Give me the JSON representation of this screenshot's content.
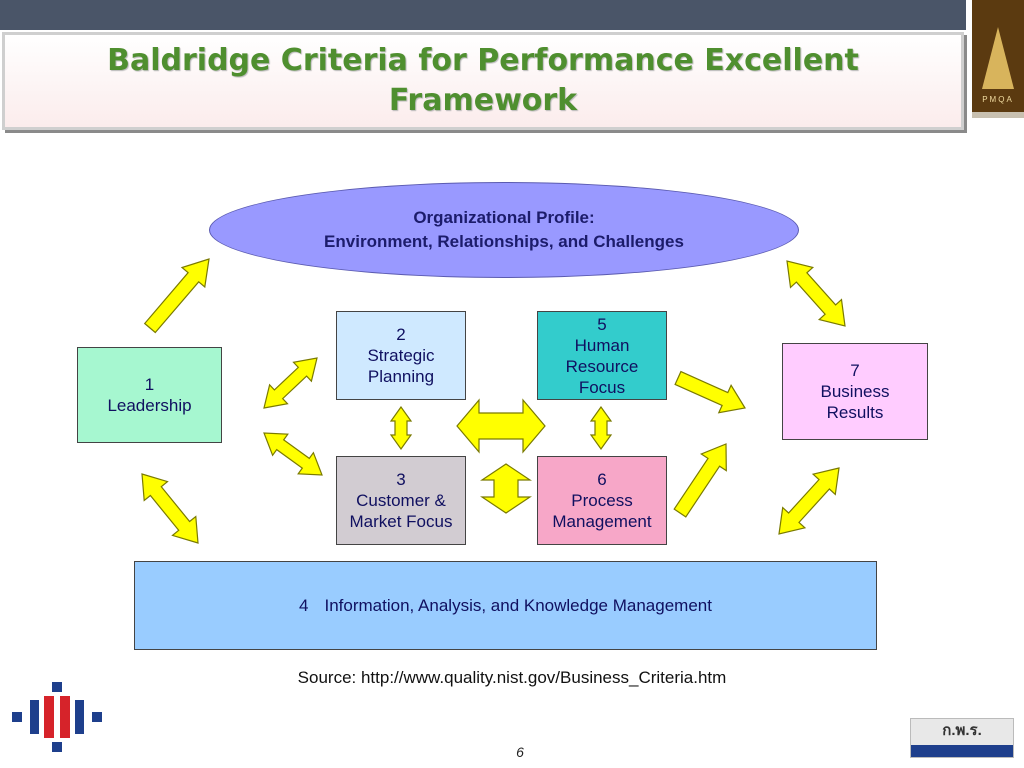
{
  "header": {
    "title": "Baldridge Criteria for Performance Excellent Framework",
    "pmqa_logo_text": "PMQA"
  },
  "diagram": {
    "profile": {
      "line1": "Organizational Profile:",
      "line2": "Environment, Relationships, and Challenges"
    },
    "boxes": {
      "b1": {
        "num": "1",
        "label": "Leadership"
      },
      "b2": {
        "num": "2",
        "label1": "Strategic",
        "label2": "Planning"
      },
      "b3": {
        "num": "3",
        "label1": "Customer &",
        "label2": "Market Focus"
      },
      "b4": {
        "num": "4",
        "label": "Information, Analysis, and Knowledge Management"
      },
      "b5": {
        "num": "5",
        "label1": "Human",
        "label2": "Resource",
        "label3": "Focus"
      },
      "b6": {
        "num": "6",
        "label1": "Process",
        "label2": "Management"
      },
      "b7": {
        "num": "7",
        "label1": "Business",
        "label2": "Results"
      }
    },
    "arrow_fill": "#ffff00",
    "arrow_stroke": "#7a7a00"
  },
  "footer": {
    "source": "Source: http://www.quality.nist.gov/Business_Criteria.htm",
    "page_number": "6",
    "ocsc_logo_text": "ก.พ.ร."
  }
}
